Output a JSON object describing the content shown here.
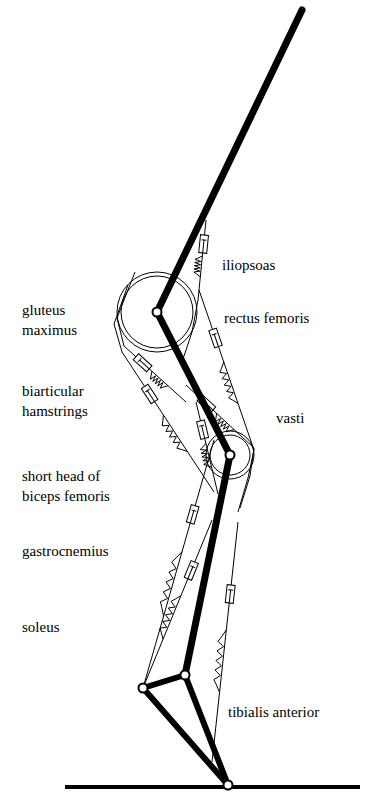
{
  "diagram": {
    "labels": [
      "iliopsoas",
      "gluteus maximus",
      "rectus femoris",
      "biarticular hamstrings",
      "vasti",
      "short head of biceps femoris",
      "gastrocnemius",
      "soleus",
      "tibialis anterior"
    ]
  }
}
